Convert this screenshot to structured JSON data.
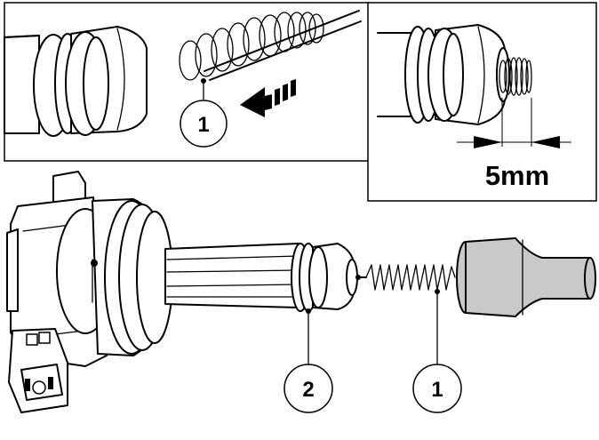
{
  "callouts": {
    "top_left": "1",
    "bottom_seal": "2",
    "bottom_spring": "1"
  },
  "dimension": {
    "label": "5mm"
  }
}
